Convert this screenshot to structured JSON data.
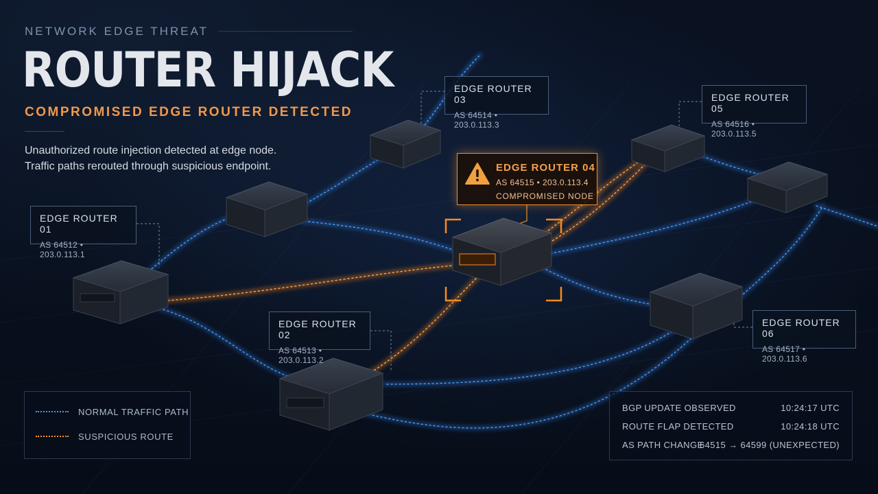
{
  "header": {
    "eyebrow": "NETWORK EDGE THREAT",
    "title": "ROUTER HIJACK",
    "subtitle": "COMPROMISED EDGE ROUTER DETECTED",
    "description_line1": "Unauthorized route injection detected at edge node.",
    "description_line2": "Traffic paths rerouted through suspicious endpoint."
  },
  "routers": [
    {
      "name": "EDGE ROUTER 01",
      "as_ip": "AS 64512 • 203.0.113.1"
    },
    {
      "name": "EDGE ROUTER 02",
      "as_ip": "AS 64513 • 203.0.113.2"
    },
    {
      "name": "EDGE ROUTER 03",
      "as_ip": "AS 64514 • 203.0.113.3"
    },
    {
      "name": "EDGE ROUTER 04",
      "as_ip": "AS 64515 • 203.0.113.4",
      "status": "COMPROMISED NODE"
    },
    {
      "name": "EDGE ROUTER 05",
      "as_ip": "AS 64516 • 203.0.113.5"
    },
    {
      "name": "EDGE ROUTER 06",
      "as_ip": "AS 64517 • 203.0.113.6"
    }
  ],
  "legend": {
    "normal": "NORMAL TRAFFIC PATH",
    "suspicious": "SUSPICIOUS ROUTE"
  },
  "log": [
    {
      "event": "BGP UPDATE OBSERVED",
      "value": "10:24:17 UTC"
    },
    {
      "event": "ROUTE FLAP DETECTED",
      "value": "10:24:18 UTC"
    },
    {
      "event": "AS PATH CHANGE",
      "value": "64515 → 64599 (UNEXPECTED)"
    }
  ],
  "colors": {
    "background": "#070d18",
    "normal_path": "#3d8ef0",
    "suspicious_path": "#f28a2c",
    "alert": "#f0902c",
    "title": "#e3e7ec"
  },
  "icons": {
    "alert": "warning-triangle-icon",
    "device": "router-device-icon"
  }
}
